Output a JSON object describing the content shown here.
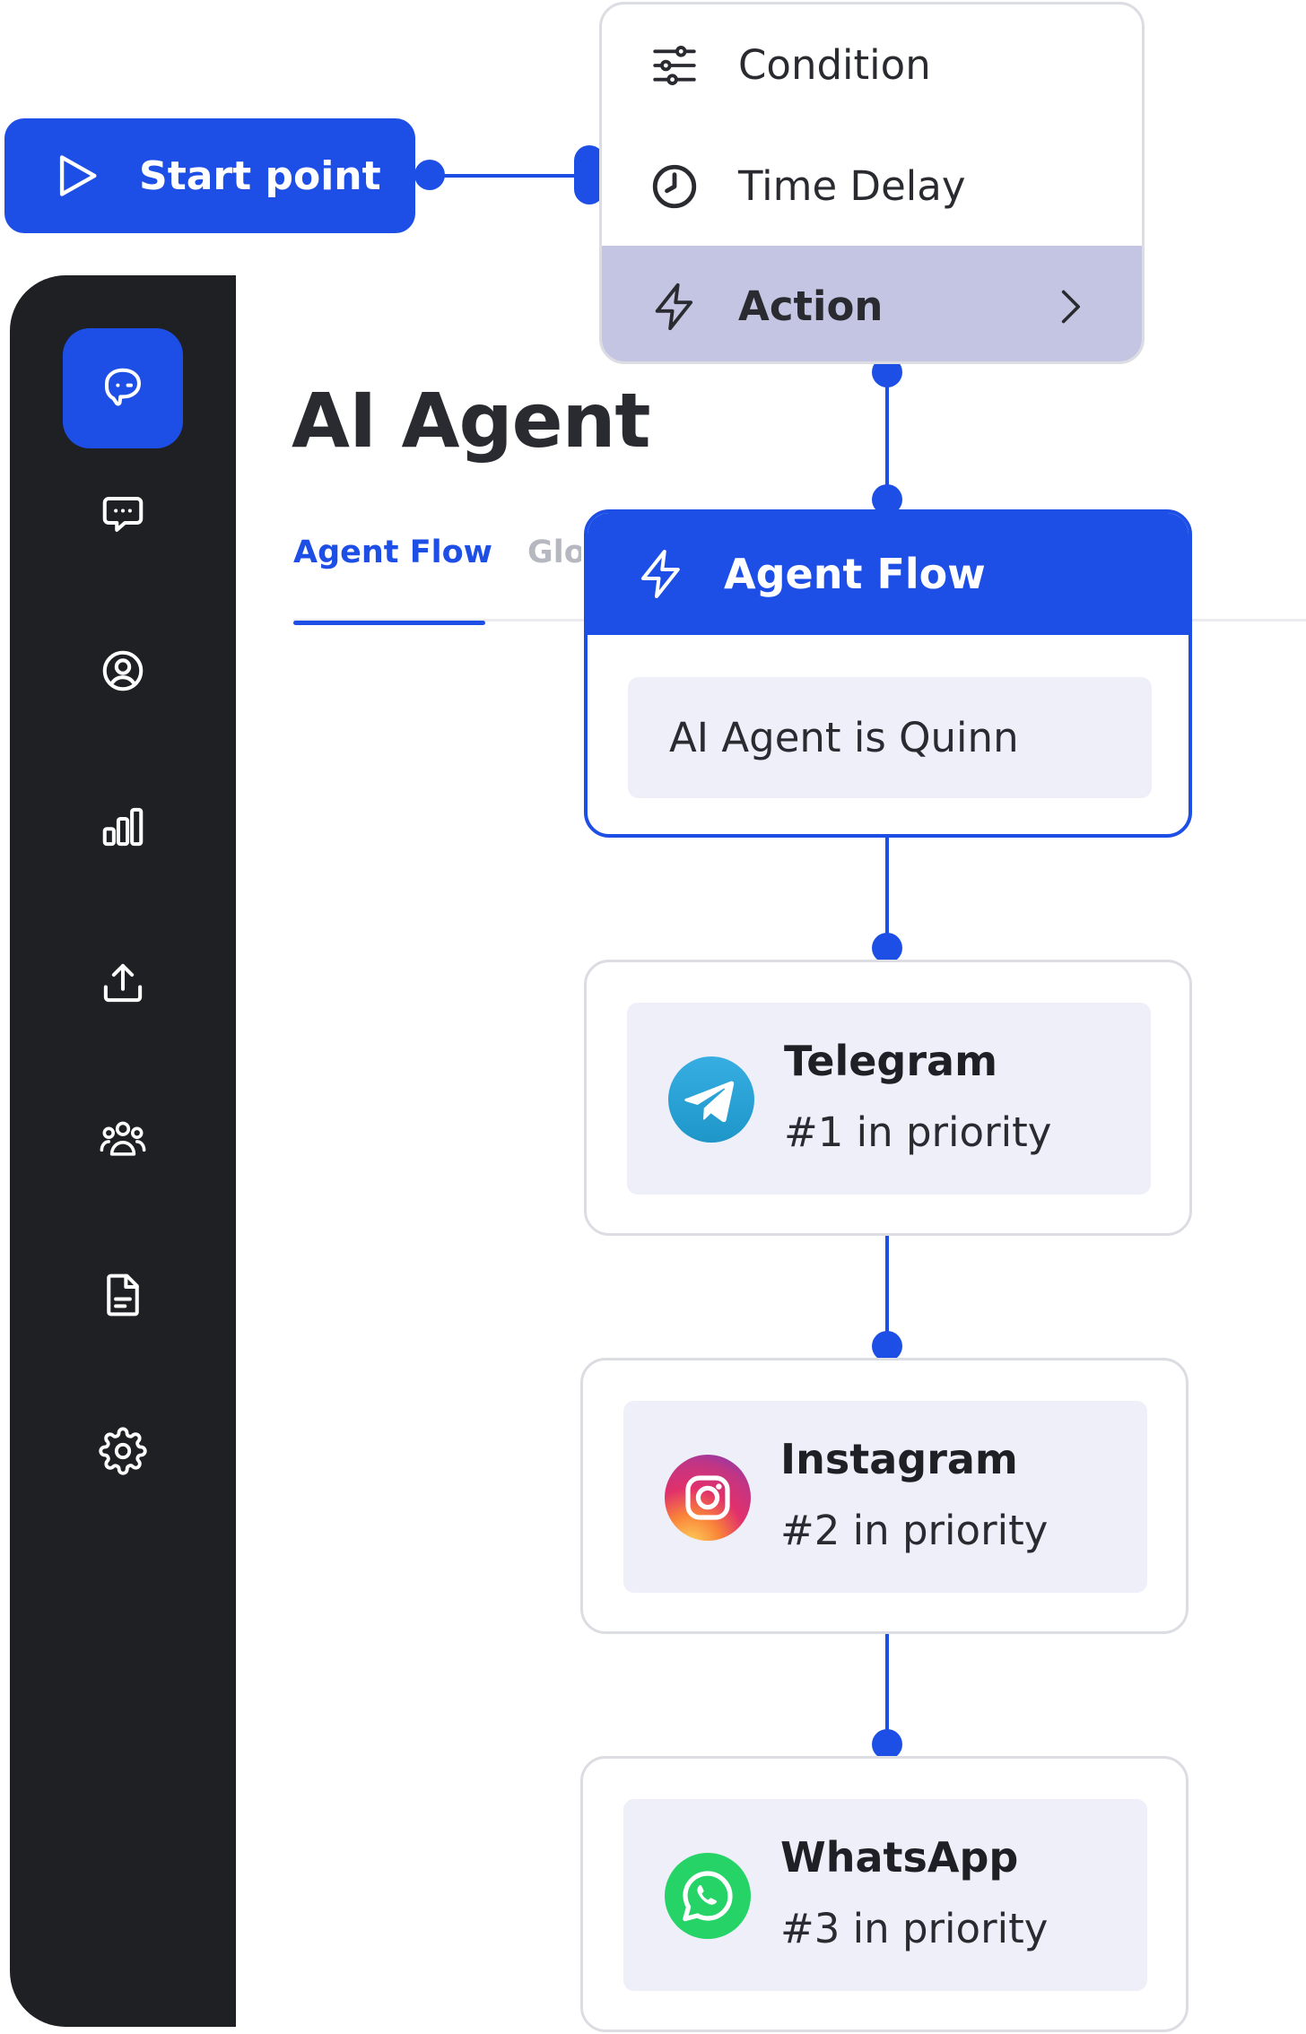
{
  "start_point": {
    "label": "Start point",
    "icon": "play-icon"
  },
  "menu": {
    "items": [
      {
        "label": "Condition",
        "icon": "sliders-icon"
      },
      {
        "label": "Time Delay",
        "icon": "clock-icon"
      },
      {
        "label": "Action",
        "icon": "bolt-icon"
      }
    ]
  },
  "sidebar": {
    "items": [
      {
        "icon": "chatbot-icon",
        "active": true
      },
      {
        "icon": "chat-bubble-icon"
      },
      {
        "icon": "user-circle-icon"
      },
      {
        "icon": "bar-chart-icon"
      },
      {
        "icon": "upload-icon"
      },
      {
        "icon": "team-icon"
      },
      {
        "icon": "document-icon"
      },
      {
        "icon": "gear-icon"
      }
    ]
  },
  "page": {
    "title": "AI Agent",
    "tabs": [
      {
        "label": "Agent Flow",
        "active": true
      },
      {
        "label": "Glo"
      }
    ]
  },
  "agent_flow": {
    "header": "Agent Flow",
    "body": "AI Agent is Quinn"
  },
  "channels": [
    {
      "name": "Telegram",
      "priority": "#1 in priority",
      "icon": "telegram-icon"
    },
    {
      "name": "Instagram",
      "priority": "#2 in priority",
      "icon": "instagram-icon"
    },
    {
      "name": "WhatsApp",
      "priority": "#3 in priority",
      "icon": "whatsapp-icon"
    }
  ],
  "colors": {
    "accent": "#1d4fe6",
    "sidebar": "#1f2024",
    "menu_active": "#c3c5e3",
    "card_fill": "#eeeff9"
  }
}
